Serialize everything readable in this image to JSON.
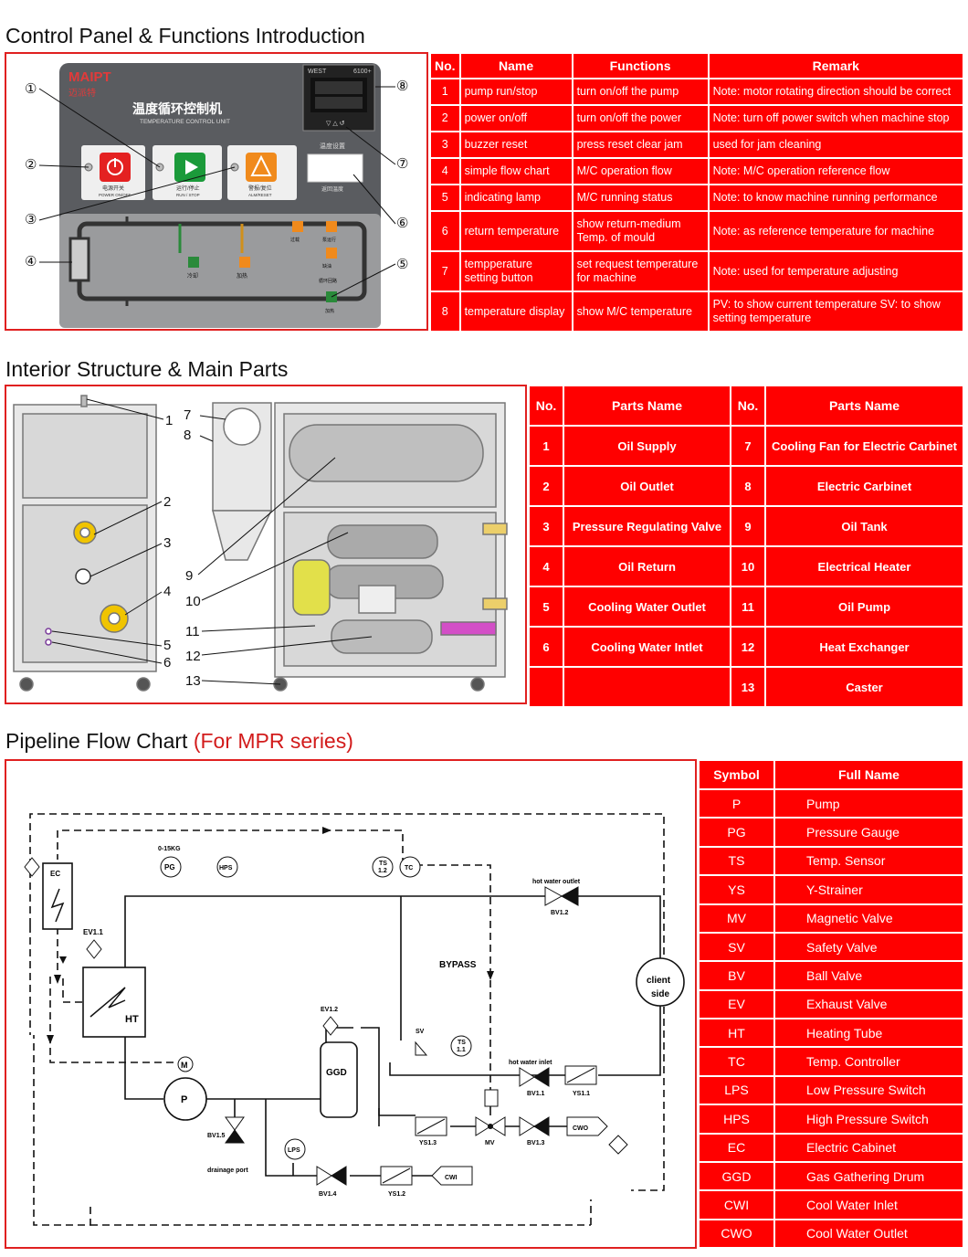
{
  "sections": {
    "control_panel_title": "Control Panel & Functions Introduction",
    "interior_title": "Interior Structure & Main Parts",
    "pipeline_title": "Pipeline Flow Chart",
    "pipeline_subtitle": "(For MPR series)"
  },
  "panel": {
    "brand": "MAIPT",
    "brand_cn": "迈派特",
    "title_cn": "温度循环控制机",
    "title_en": "TEMPERATURE CONTROL UNIT",
    "controller_brand": "WEST",
    "controller_model": "6100+",
    "display_label": "温度设置",
    "display_sublabel": "返回温度",
    "btn_power_cn": "电源开关",
    "btn_power_en": "POWER ON/OFF",
    "btn_run_cn": "运行/停止",
    "btn_run_en": "RUN / STOP",
    "btn_alarm_cn": "警报/复位",
    "btn_alarm_en": "ALM/RESET",
    "lamp_cooling": "冷却",
    "lamp_heating": "加热",
    "lamp_overload": "过载",
    "lamp_pump": "泵运行",
    "lamp_oil": "缺油",
    "lamp_heat": "加热",
    "lamp_circ": "循环回路",
    "callouts": [
      "①",
      "②",
      "③",
      "④",
      "⑤",
      "⑥",
      "⑦",
      "⑧"
    ]
  },
  "functions_table": {
    "headers": [
      "No.",
      "Name",
      "Functions",
      "Remark"
    ],
    "rows": [
      {
        "no": "1",
        "name": "pump run/stop",
        "function": "turn on/off the pump",
        "remark": "Note: motor rotating direction should be correct"
      },
      {
        "no": "2",
        "name": "power on/off",
        "function": "turn on/off the power",
        "remark": "Note: turn off power switch when machine stop"
      },
      {
        "no": "3",
        "name": "buzzer reset",
        "function": "press reset clear jam",
        "remark": "used for jam cleaning"
      },
      {
        "no": "4",
        "name": "simple flow chart",
        "function": "M/C operation flow",
        "remark": "Note: M/C operation reference flow"
      },
      {
        "no": "5",
        "name": "indicating lamp",
        "function": "M/C running status",
        "remark": "Note: to know machine running performance"
      },
      {
        "no": "6",
        "name": "return temperature",
        "function": "show return-medium Temp. of mould",
        "remark": "Note: as reference temperature for machine"
      },
      {
        "no": "7",
        "name": "tempperature setting button",
        "function": "set request temperature for machine",
        "remark": "Note: used for temperature adjusting"
      },
      {
        "no": "8",
        "name": "temperature display",
        "function": "show M/C temperature",
        "remark": "PV: to show current temperature SV: to show setting temperature"
      }
    ]
  },
  "parts_table": {
    "headers": [
      "No.",
      "Parts Name",
      "No.",
      "Parts Name"
    ],
    "rows": [
      {
        "n1": "1",
        "p1": "Oil Supply",
        "n2": "7",
        "p2": "Cooling Fan for Electric Carbinet"
      },
      {
        "n1": "2",
        "p1": "Oil Outlet",
        "n2": "8",
        "p2": "Electric Carbinet"
      },
      {
        "n1": "3",
        "p1": "Pressure Regulating Valve",
        "n2": "9",
        "p2": "Oil Tank"
      },
      {
        "n1": "4",
        "p1": "Oil Return",
        "n2": "10",
        "p2": "Electrical Heater"
      },
      {
        "n1": "5",
        "p1": "Cooling Water Outlet",
        "n2": "11",
        "p2": "Oil Pump"
      },
      {
        "n1": "6",
        "p1": "Cooling Water Intlet",
        "n2": "12",
        "p2": "Heat Exchanger"
      },
      {
        "n1": "",
        "p1": "",
        "n2": "13",
        "p2": "Caster"
      }
    ]
  },
  "interior_labels": [
    "1",
    "2",
    "3",
    "4",
    "5",
    "6",
    "7",
    "8",
    "9",
    "10",
    "11",
    "12",
    "13"
  ],
  "symbols_table": {
    "headers": [
      "Symbol",
      "Full Name"
    ],
    "rows": [
      {
        "s": "P",
        "n": "Pump"
      },
      {
        "s": "PG",
        "n": "Pressure Gauge"
      },
      {
        "s": "TS",
        "n": "Temp. Sensor"
      },
      {
        "s": "YS",
        "n": "Y-Strainer"
      },
      {
        "s": "MV",
        "n": "Magnetic Valve"
      },
      {
        "s": "SV",
        "n": "Safety Valve"
      },
      {
        "s": "BV",
        "n": "Ball Valve"
      },
      {
        "s": "EV",
        "n": "Exhaust Valve"
      },
      {
        "s": "HT",
        "n": "Heating Tube"
      },
      {
        "s": "TC",
        "n": "Temp. Controller"
      },
      {
        "s": "LPS",
        "n": "Low Pressure Switch"
      },
      {
        "s": "HPS",
        "n": "High Pressure Switch"
      },
      {
        "s": "EC",
        "n": "Electric Cabinet"
      },
      {
        "s": "GGD",
        "n": "Gas Gathering Drum"
      },
      {
        "s": "CWI",
        "n": "Cool Water Inlet"
      },
      {
        "s": "CWO",
        "n": "Cool Water Outlet"
      }
    ]
  },
  "flow": {
    "pg_range": "0-15KG",
    "pg": "PG",
    "hps": "HPS",
    "ts12": "TS",
    "ts12b": "1.2",
    "tc": "TC",
    "hot_out": "hot water outlet",
    "bv12": "BV1.2",
    "ec": "EC",
    "ev11": "EV1.1",
    "ht": "HT",
    "bypass": "BYPASS",
    "client1": "client",
    "client2": "side",
    "ev12": "EV1.2",
    "ggd": "GGD",
    "sv": "SV",
    "ts11": "TS",
    "ts11b": "1.1",
    "hot_in": "hot water inlet",
    "bv11": "BV1.1",
    "ys11": "YS1.1",
    "m": "M",
    "p": "P",
    "bv15": "BV1.5",
    "drain": "drainage port",
    "lps": "LPS",
    "ys13": "YS1.3",
    "mv": "MV",
    "bv13": "BV1.3",
    "cwo": "CWO",
    "bv14": "BV1.4",
    "ys12": "YS1.2",
    "cwi": "CWI"
  },
  "colors": {
    "table_red": "#ff0000",
    "frame_red": "#e02020",
    "accent": "#d21b1b"
  }
}
